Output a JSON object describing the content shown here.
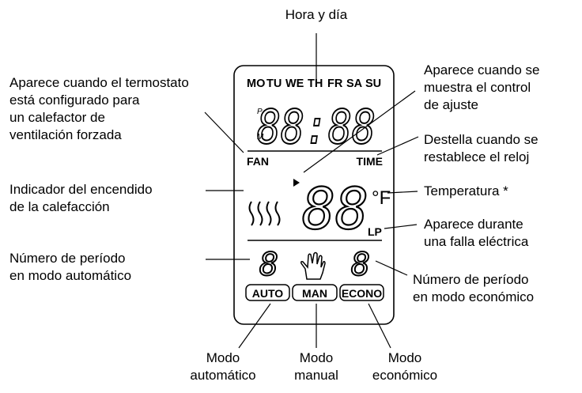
{
  "labels": {
    "hora_dia": "Hora y día",
    "fan_line1": "Aparece cuando el termostato",
    "fan_line2": "está configurado para",
    "fan_line3": "un calefactor de",
    "fan_line4": "ventilación forzada",
    "arrow_line1": "Aparece cuando se",
    "arrow_line2": "muestra el control",
    "arrow_line3": "de ajuste",
    "time_line1": "Destella cuando se",
    "time_line2": "restablece el reloj",
    "heat_line1": "Indicador del encendido",
    "heat_line2": "de la calefacción",
    "temp": "Temperatura *",
    "lp_line1": "Aparece durante",
    "lp_line2": "una falla eléctrica",
    "auto_period_line1": "Número de período",
    "auto_period_line2": "en modo automático",
    "econo_period_line1": "Número de período",
    "econo_period_line2": "en modo económico",
    "mode_auto_line1": "Modo",
    "mode_auto_line2": "automático",
    "mode_man_line1": "Modo",
    "mode_man_line2": "manual",
    "mode_econo_line1": "Modo",
    "mode_econo_line2": "económico"
  },
  "display": {
    "days": [
      "MO",
      "TU",
      "WE",
      "TH",
      "FR",
      "SA",
      "SU"
    ],
    "time": "88:88",
    "am_pm_p": "P",
    "am_pm_m": "M",
    "fan": "FAN",
    "time_indicator": "TIME",
    "temperature": "88",
    "unit": "°F",
    "lp": "LP",
    "auto_period": "8",
    "econo_period": "8",
    "btn_auto": "AUTO",
    "btn_man": "MAN",
    "btn_econo": "ECONO"
  },
  "icons": {
    "heat": "heat-waves-icon",
    "hand": "hand-icon",
    "arrow": "arrow-indicator-icon"
  }
}
